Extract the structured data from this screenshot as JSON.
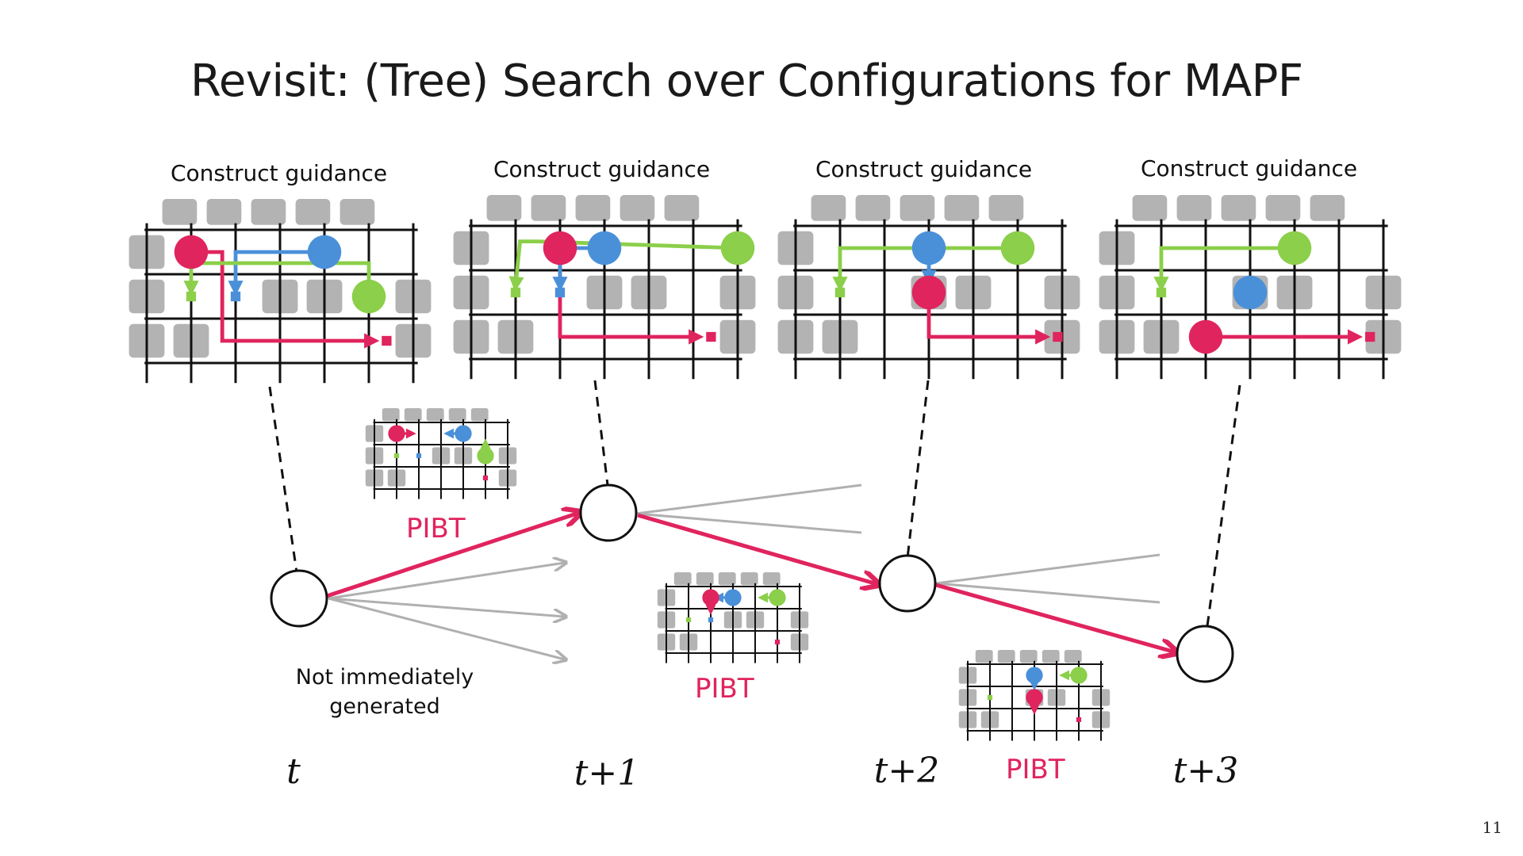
{
  "slide": {
    "title": "Revisit: (Tree) Search over Configurations for MAPF",
    "page_number": "11"
  },
  "guidance": {
    "label": "Construct guidance",
    "panels": [
      {
        "name": "guidance-panel-t"
      },
      {
        "name": "guidance-panel-t1"
      },
      {
        "name": "guidance-panel-t2"
      },
      {
        "name": "guidance-panel-t3"
      }
    ]
  },
  "pibt": {
    "label": "PIBT"
  },
  "tree": {
    "not_generated_note": [
      "Not immediately",
      "generated"
    ],
    "time_labels": [
      "t",
      "t+1",
      "t+2",
      "t+3"
    ]
  },
  "colors": {
    "agent_red": "#e0245e",
    "agent_blue": "#4a90d9",
    "agent_green": "#8bcf4a",
    "obstacle": "#b3b3b3",
    "grid_line": "#111111",
    "branch_gray": "#b0b0b0",
    "chosen_path": "#e0245e"
  }
}
